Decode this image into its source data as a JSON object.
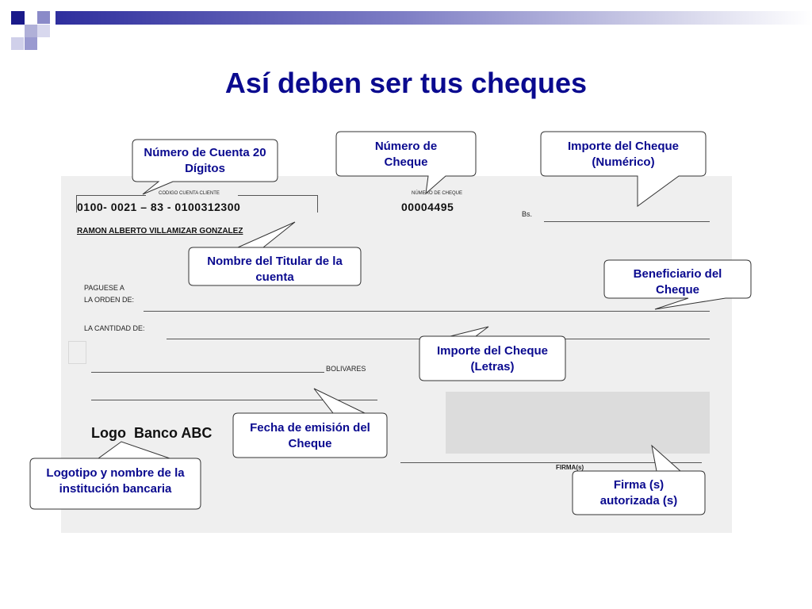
{
  "slide": {
    "title": "Así deben ser tus cheques"
  },
  "check": {
    "codigo_cuenta_label": "CODIGO CUENTA CLIENTE",
    "numero_cheque_label": "NÚMERO DE CHEQUE",
    "account_number": "0100- 0021 – 83 - 0100312300",
    "check_number": "00004495",
    "currency_label": "Bs.",
    "holder_name": "RAMON ALBERTO VILLAMIZAR GONZALEZ",
    "paguese_label": "PAGUESE A",
    "orden_label": "LA ORDEN DE:",
    "cantidad_label": "LA CANTIDAD DE:",
    "bolivares_label": "BOLIVARES",
    "bank_logo": "Logo  Banco ABC",
    "firma_label": "FIRMA(s)"
  },
  "callouts": {
    "numero_cuenta": "Número de Cuenta 20 Dígitos",
    "numero_cheque": "Número de Cheque",
    "importe_numerico": "Importe del Cheque (Numérico)",
    "nombre_titular": "Nombre del Titular de la cuenta",
    "beneficiario": "Beneficiario del Cheque",
    "importe_letras": "Importe del Cheque (Letras)",
    "fecha_emision": "Fecha de emisión del Cheque",
    "logotipo": "Logotipo y nombre de la institución bancaria",
    "firma": "Firma (s) autorizada (s)"
  },
  "colors": {
    "title": "#0a0a8f",
    "check_background": "#efefef",
    "signature_area": "#dcdcdc"
  }
}
